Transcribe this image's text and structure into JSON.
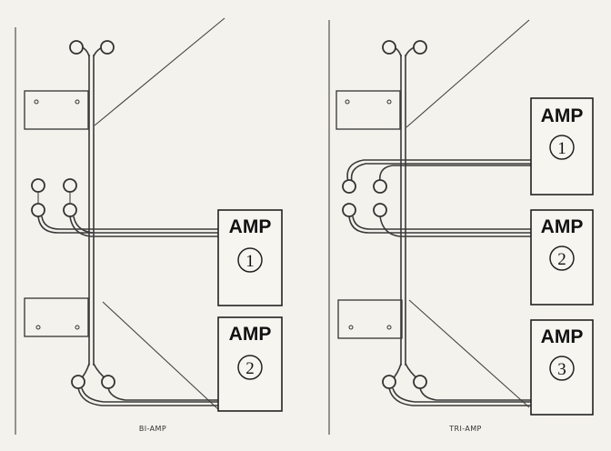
{
  "diagrams": [
    {
      "caption": "BI-AMP",
      "amps": [
        {
          "label": "AMP",
          "number": "1"
        },
        {
          "label": "AMP",
          "number": "2"
        }
      ]
    },
    {
      "caption": "TRI-AMP",
      "amps": [
        {
          "label": "AMP",
          "number": "1"
        },
        {
          "label": "AMP",
          "number": "2"
        },
        {
          "label": "AMP",
          "number": "3"
        }
      ]
    }
  ]
}
